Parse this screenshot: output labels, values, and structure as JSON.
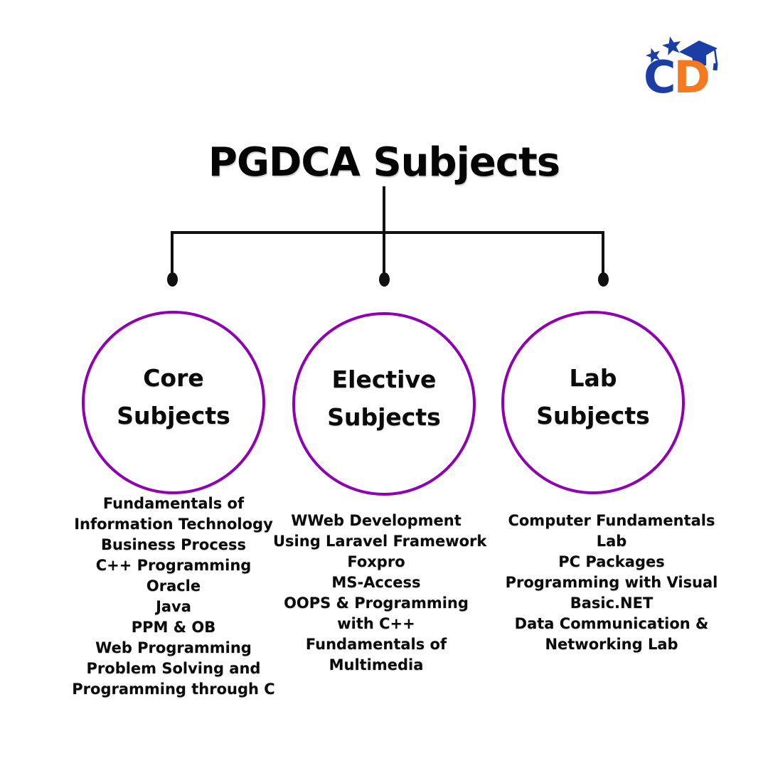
{
  "title": "PGDCA Subjects",
  "logo": {
    "letter_c": "C",
    "letter_d": "D",
    "blue": "#1B3EA6",
    "orange": "#F4791F"
  },
  "colors": {
    "connector_line": "#101010",
    "circle_ring": "#8F00B3",
    "blue_circle_fill": "#8C98D5",
    "orange_circle_fill": "#FBBC5A",
    "text": "#0b0b0b",
    "background": "#ffffff"
  },
  "branches": [
    {
      "id": "core",
      "label_lines": [
        "Core",
        "Subjects"
      ],
      "fill": "#8C98D5",
      "items": [
        [
          "Fundamentals of",
          "Information Technology"
        ],
        [
          "Business Process"
        ],
        [
          "C++ Programming"
        ],
        [
          "Oracle"
        ],
        [
          "Java"
        ],
        [
          "PPM & OB"
        ],
        [
          "Web Programming"
        ],
        [
          "Problem Solving and",
          "Programming through C"
        ]
      ]
    },
    {
      "id": "elective",
      "label_lines": [
        "Elective",
        "Subjects"
      ],
      "fill": "#FBBC5A",
      "items": [
        [
          "WWeb Development",
          "Using Laravel Framework"
        ],
        [
          "Foxpro"
        ],
        [
          "MS-Access"
        ],
        [
          "OOPS & Programming",
          "with C++"
        ],
        [
          "Fundamentals of",
          "Multimedia"
        ]
      ]
    },
    {
      "id": "lab",
      "label_lines": [
        "Lab",
        "Subjects"
      ],
      "fill": "#8C98D5",
      "items": [
        [
          "Computer Fundamentals",
          "Lab"
        ],
        [
          "PC Packages"
        ],
        [
          "Programming with Visual",
          "Basic.NET"
        ],
        [
          "Data Communication &",
          "Networking Lab"
        ]
      ]
    }
  ]
}
